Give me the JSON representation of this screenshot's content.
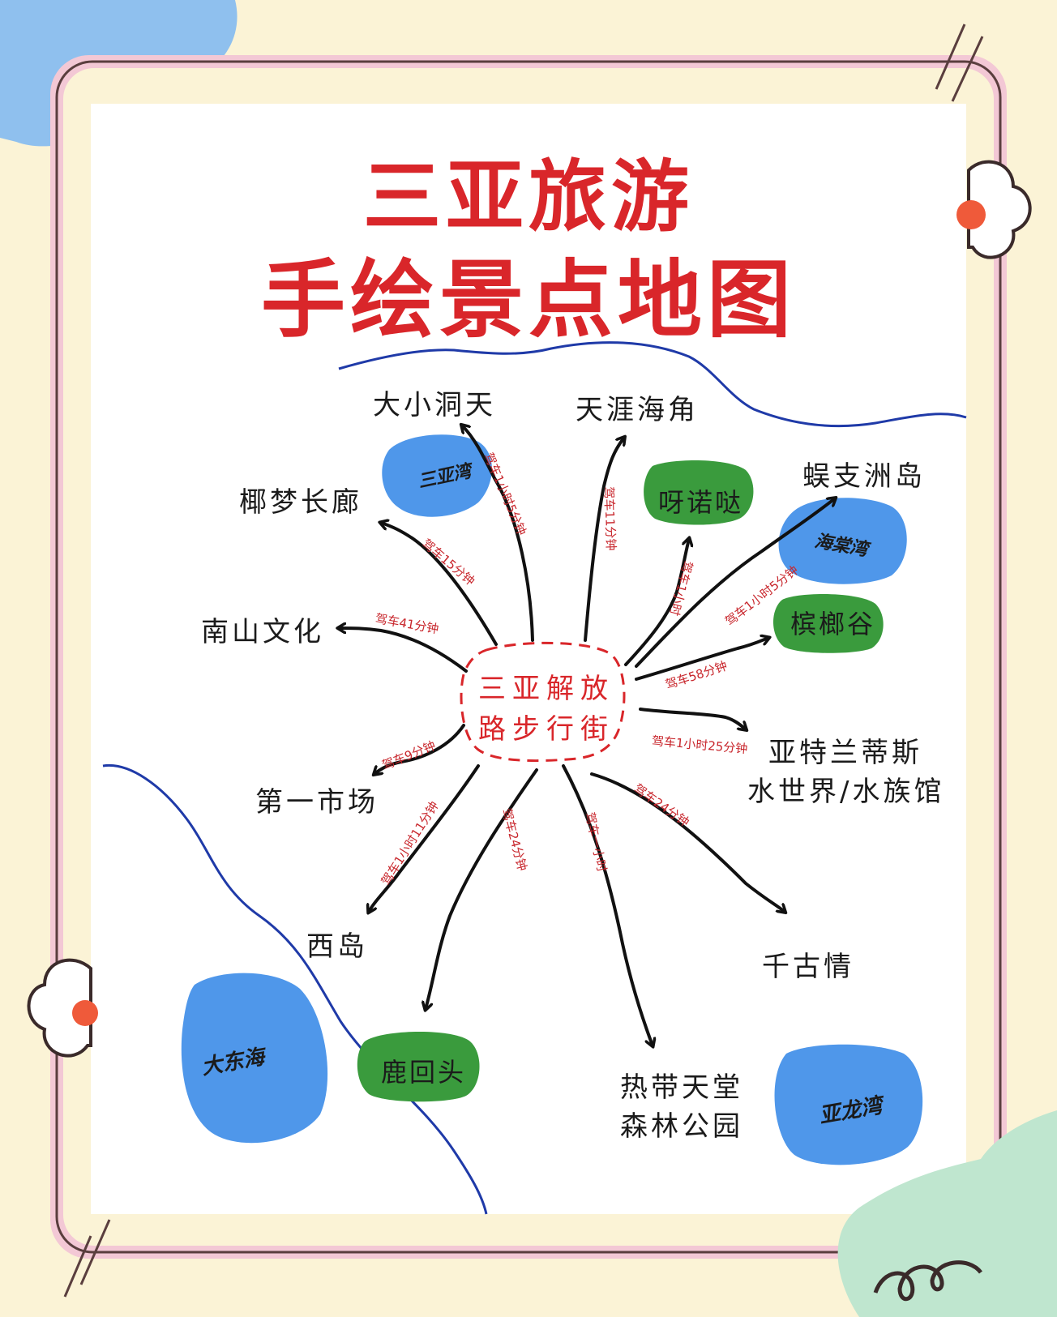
{
  "title": {
    "line1": "三亚旅游",
    "line2": "手绘景点地图"
  },
  "center": {
    "line1": "三亚解放",
    "line2": "路步行街"
  },
  "places": {
    "daxiaodongtian": "大小洞天",
    "tianyahaijiao": "天涯海角",
    "wuzhizhoudao": "蜈支洲岛",
    "yemengchanglang": "椰梦长廊",
    "nanshanwenhua": "南山文化",
    "diyishichang": "第一市场",
    "xidao": "西岛",
    "yatelandisi_1": "亚特兰蒂斯",
    "yatelandisi_2": "水世界/水族馆",
    "qianguqing": "千古情",
    "redaitiantang_1": "热带天堂",
    "redaitiantang_2": "森林公园"
  },
  "water": {
    "sanyawan": "三亚湾",
    "haitangwan": "海棠湾",
    "dadonghai": "大东海",
    "yalongwan": "亚龙湾"
  },
  "green": {
    "yanuoda": "呀诺哒",
    "binlanggu": "槟榔谷",
    "luhuitou": "鹿回头"
  },
  "routes": {
    "to_daxiaodongtian": "驾车1小时5分钟",
    "to_tianyahaijiao": "驾车11分钟",
    "to_yemengchanglang": "驾车15分钟",
    "to_nanshanwenhua": "驾车41分钟",
    "to_yanuoda": "驾车1小时",
    "to_wuzhizhoudao": "驾车1小时5分钟",
    "to_binlanggu": "驾车58分钟",
    "to_yatelandisi": "驾车1小时25分钟",
    "to_diyishichang": "驾车9分钟",
    "to_qianguqing": "驾车24分钟",
    "to_xidao": "驾车1小时11分钟",
    "to_luhuitou": "驾车24分钟",
    "to_redaitiantang": "驾车一小时"
  },
  "colors": {
    "title": "#d9262a",
    "water": "#4f97ea",
    "green": "#3a9b3d",
    "coastline": "#1f3aa8",
    "route_text": "#c8262c",
    "arrow": "#111111",
    "frame": "#f3c8d5",
    "paper": "#ffffff",
    "background": "#fbf3d6"
  }
}
